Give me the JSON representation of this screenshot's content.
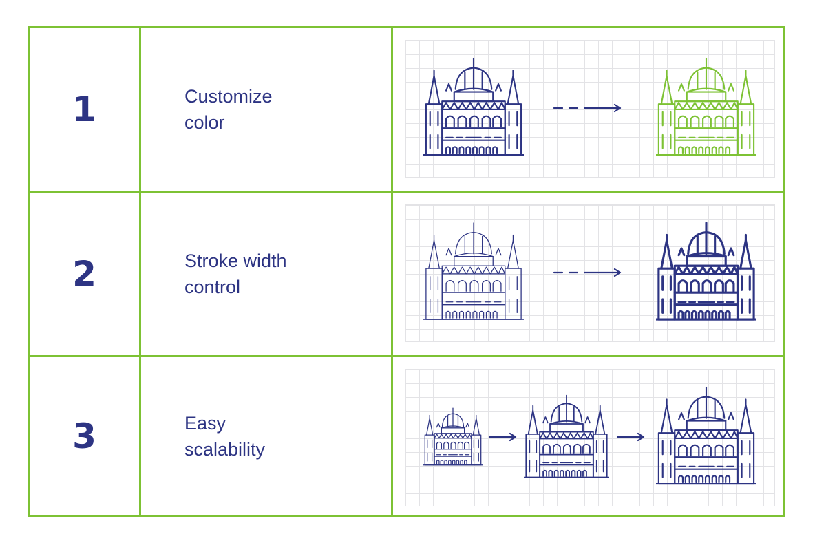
{
  "colors": {
    "border": "#7dc234",
    "primary": "#2d3483",
    "accent": "#7dc234",
    "grid": "#e3e3e6"
  },
  "rows": [
    {
      "number": "1",
      "label_lines": [
        "Customize",
        "color"
      ],
      "icons": [
        "parliament-building-navy-icon",
        "dashed-arrow-right-icon",
        "parliament-building-green-icon"
      ]
    },
    {
      "number": "2",
      "label_lines": [
        "Stroke width",
        "control"
      ],
      "icons": [
        "parliament-building-thin-stroke-icon",
        "dashed-arrow-right-icon",
        "parliament-building-thick-stroke-icon"
      ]
    },
    {
      "number": "3",
      "label_lines": [
        "Easy",
        "scalability"
      ],
      "icons": [
        "parliament-building-small-icon",
        "arrow-right-icon",
        "parliament-building-medium-icon",
        "arrow-right-icon",
        "parliament-building-large-icon"
      ]
    }
  ]
}
